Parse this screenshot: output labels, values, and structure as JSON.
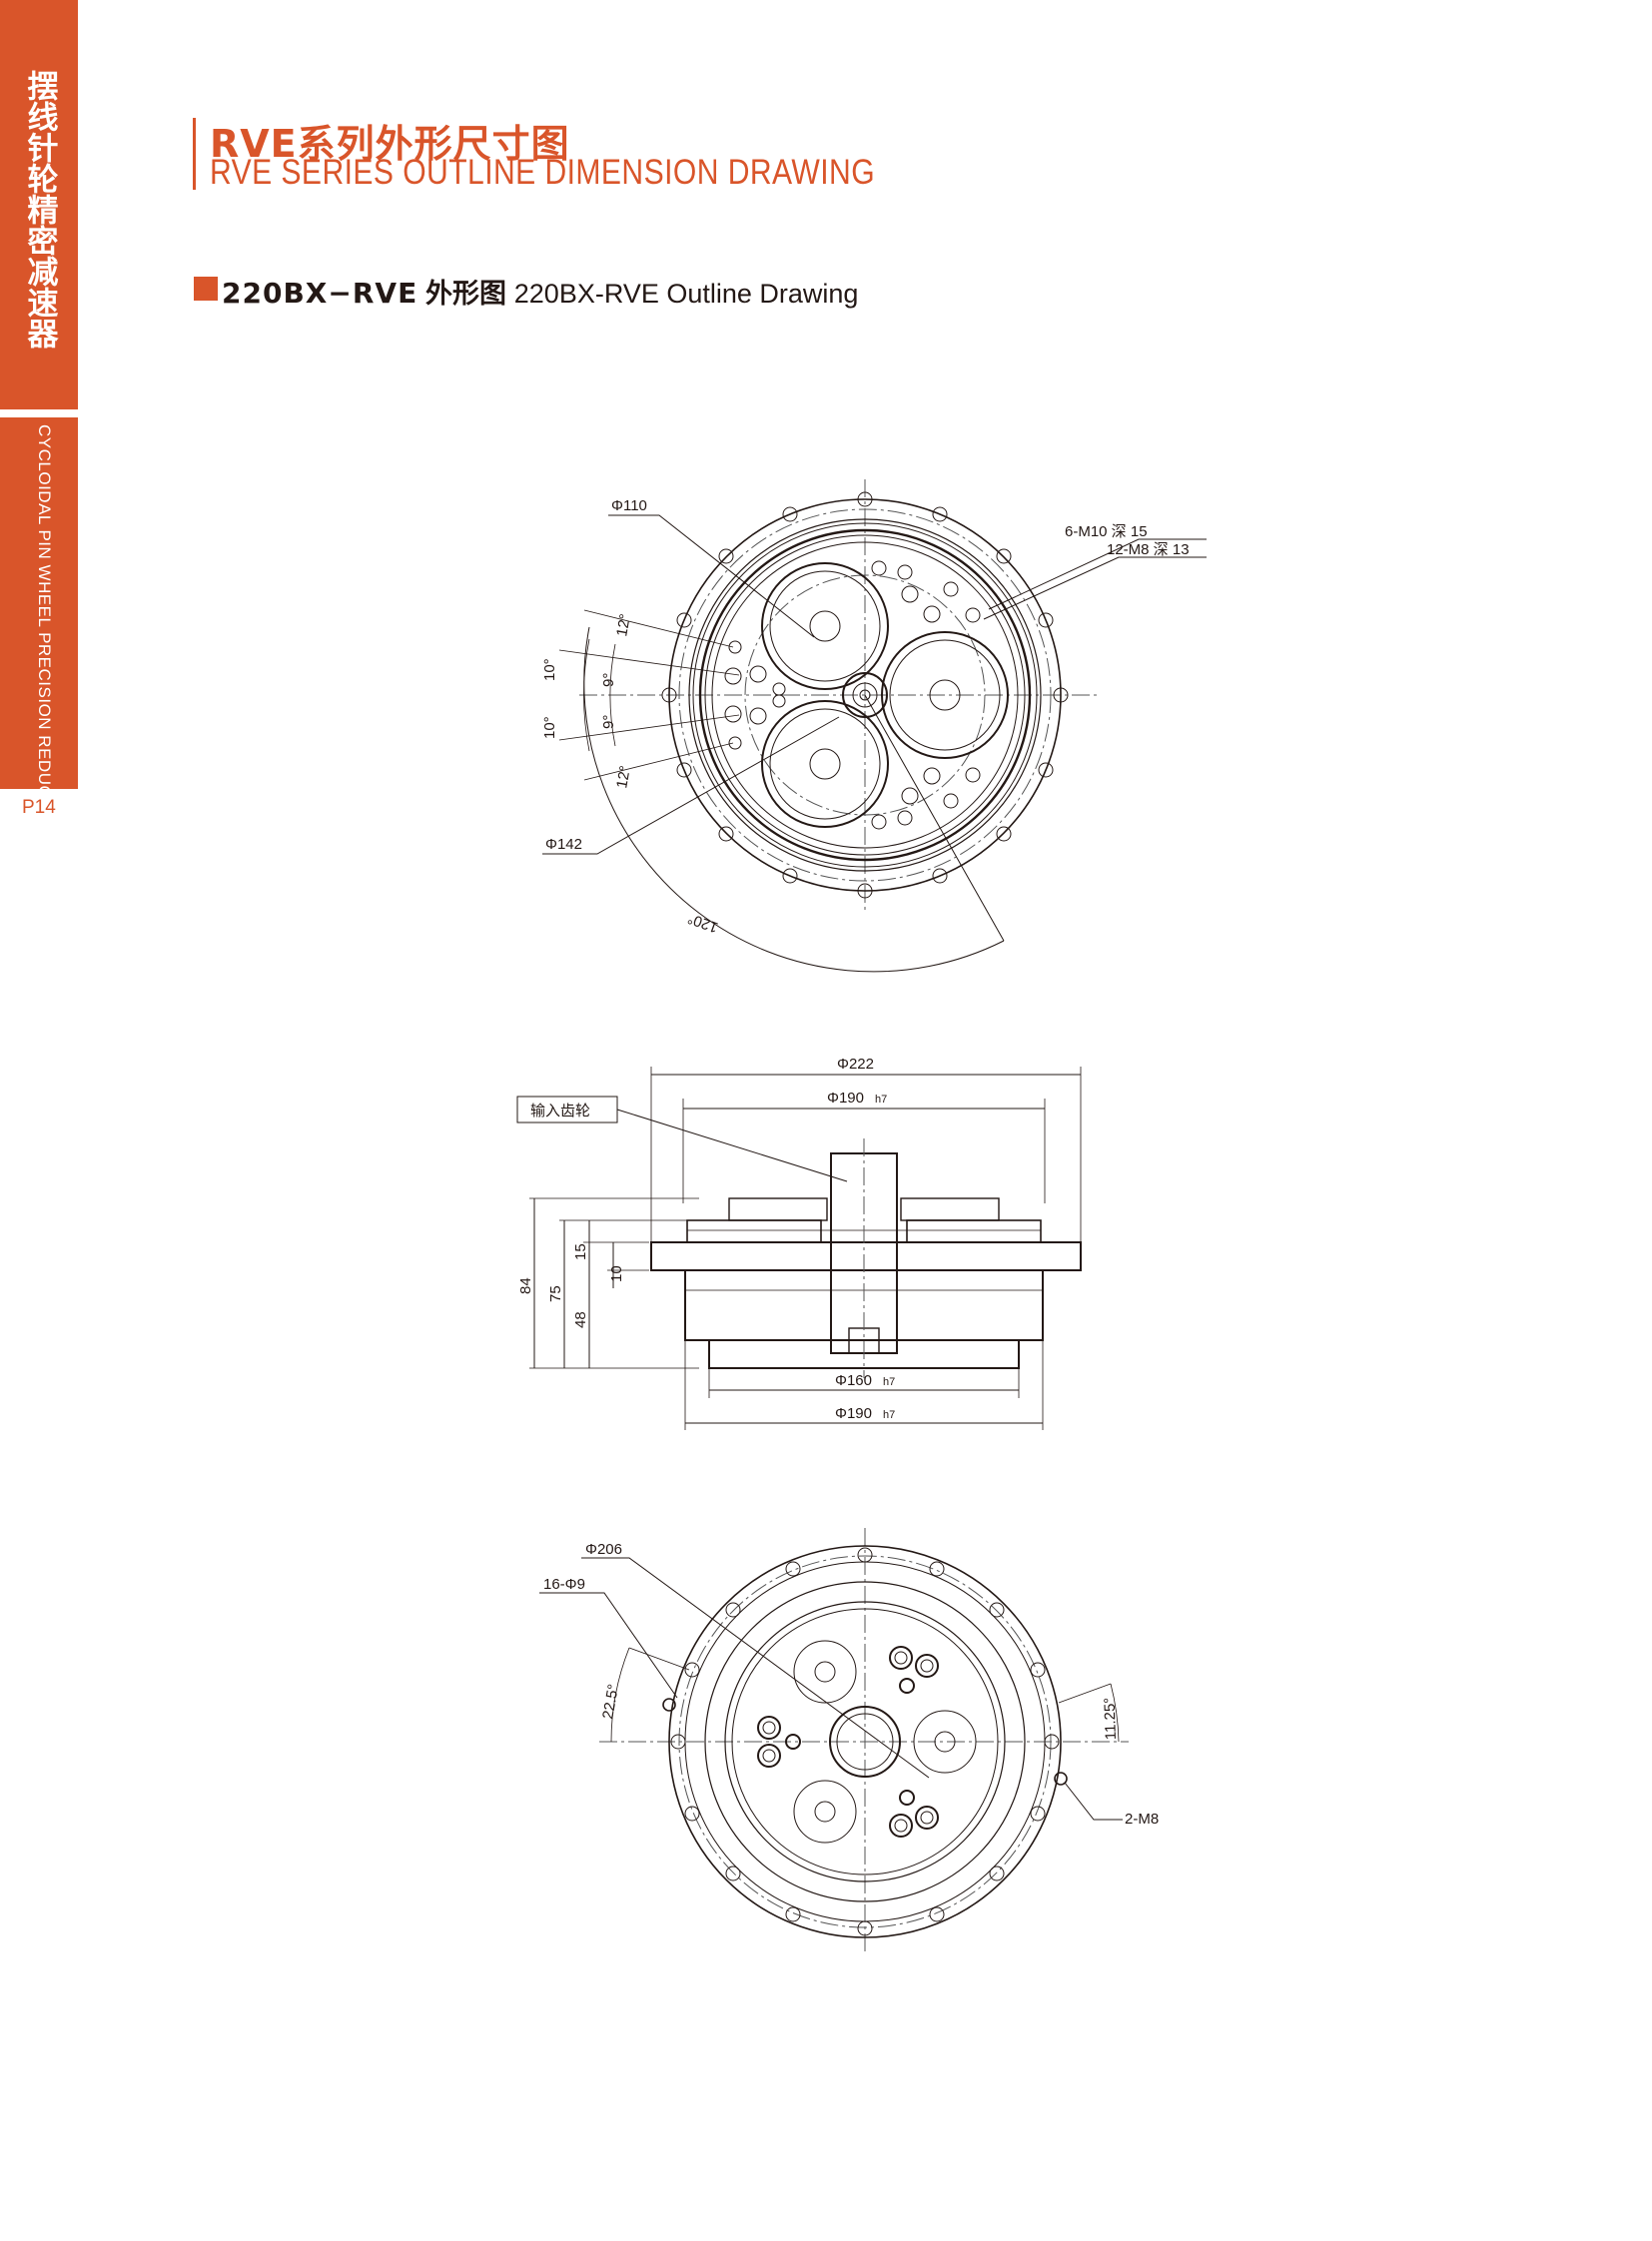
{
  "sidebar": {
    "category_zh": "摆线针轮精密减速器",
    "category_en": "CYCLOIDAL PIN WHEEL PRECISION REDUCER",
    "page": "P14"
  },
  "header": {
    "title_zh": "RVE系列外形尺寸图",
    "title_en": "RVE SERIES OUTLINE DIMENSION DRAWING"
  },
  "section": {
    "code": "220BX−RVE",
    "label_zh": "外形图",
    "label_en": "220BX-RVE Outline Drawing"
  },
  "top_view": {
    "phi110": "Φ110",
    "phi142": "Φ142",
    "holes_m10": "6-M10 深 15",
    "holes_m8": "12-M8 深 13",
    "ang_12a": "12°",
    "ang_12b": "12°",
    "ang_10a": "10°",
    "ang_10b": "10°",
    "ang_9a": "9°",
    "ang_9b": "9°",
    "ang_120": "120°"
  },
  "side_view": {
    "phi222": "Φ222",
    "phi190_top": "Φ190",
    "phi190_top_tol": "h7",
    "input_gear": "输入齿轮",
    "h84": "84",
    "h75": "75",
    "h48": "48",
    "h15": "15",
    "h10": "10",
    "phi160": "Φ160",
    "phi160_tol": "h7",
    "phi190_bottom": "Φ190",
    "phi190_bottom_tol": "h7"
  },
  "bottom_view": {
    "phi206": "Φ206",
    "holes_phi9": "16-Φ9",
    "ang_22_5": "22.5°",
    "ang_11_25": "11.25°",
    "holes_m8": "2-M8"
  },
  "colors": {
    "accent": "#d9552a",
    "ink": "#231815"
  }
}
